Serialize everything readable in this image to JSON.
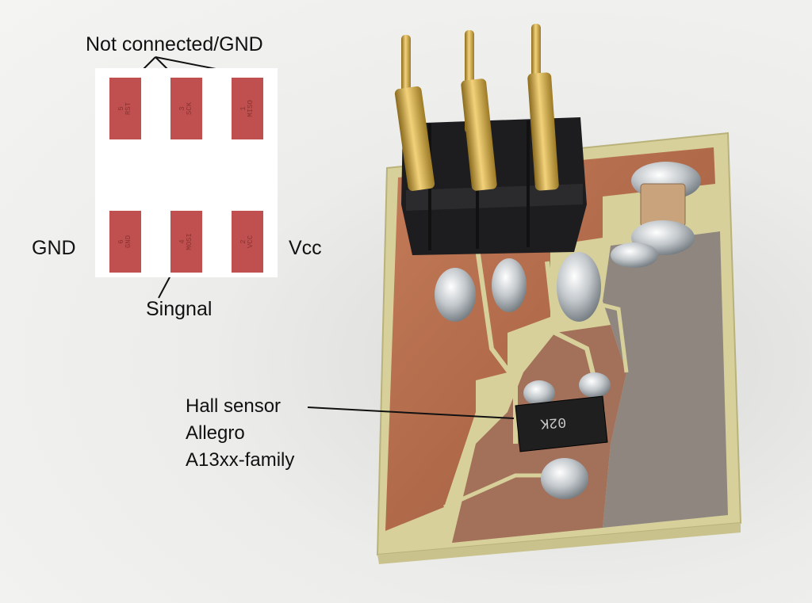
{
  "labels": {
    "top": "Not connected/GND",
    "left": "GND",
    "right": "Vcc",
    "bottom": "Singnal"
  },
  "hall": {
    "line1": "Hall sensor",
    "line2": "Allegro",
    "line3": "A13xx-family"
  },
  "chip_marking": "02K",
  "pads": [
    {
      "num": "5",
      "name": "RST"
    },
    {
      "num": "3",
      "name": "SCK"
    },
    {
      "num": "1",
      "name": "MISO"
    },
    {
      "num": "6",
      "name": "GND"
    },
    {
      "num": "4",
      "name": "MOSI"
    },
    {
      "num": "2",
      "name": "VCC"
    }
  ],
  "colors": {
    "pad": "#c0504f",
    "copper": "#b8714f",
    "fr4": "#d9d29a",
    "solder": "#cfd3d6",
    "gold": "#d9b24a"
  }
}
